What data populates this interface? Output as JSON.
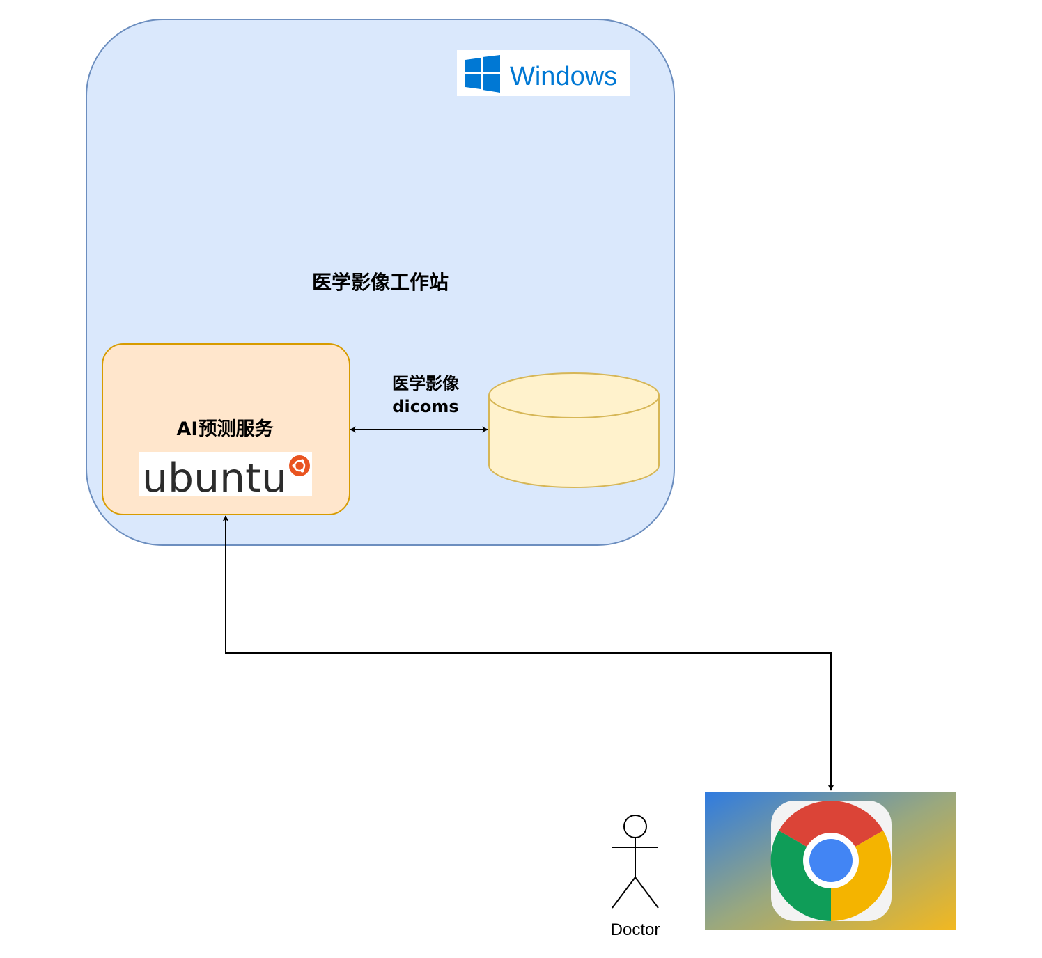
{
  "workstation": {
    "title": "医学影像工作站",
    "os_logo_text": "Windows"
  },
  "ai_service": {
    "title": "AI预测服务",
    "os_logo_text": "ubuntu"
  },
  "link": {
    "label_line1": "医学影像",
    "label_line2": "dicoms"
  },
  "actor": {
    "label": "Doctor"
  },
  "colors": {
    "workstation_fill": "#dae8fc",
    "workstation_stroke": "#6c8ebf",
    "service_fill": "#ffe6cc",
    "service_stroke": "#d79b00",
    "database_fill": "#fff2cc",
    "database_stroke": "#d6b656",
    "windows_blue": "#0078d4",
    "ubuntu_orange": "#e95420"
  },
  "icons": [
    "windows-logo-icon",
    "ubuntu-logo-icon",
    "database-icon",
    "person-icon",
    "chrome-icon"
  ]
}
